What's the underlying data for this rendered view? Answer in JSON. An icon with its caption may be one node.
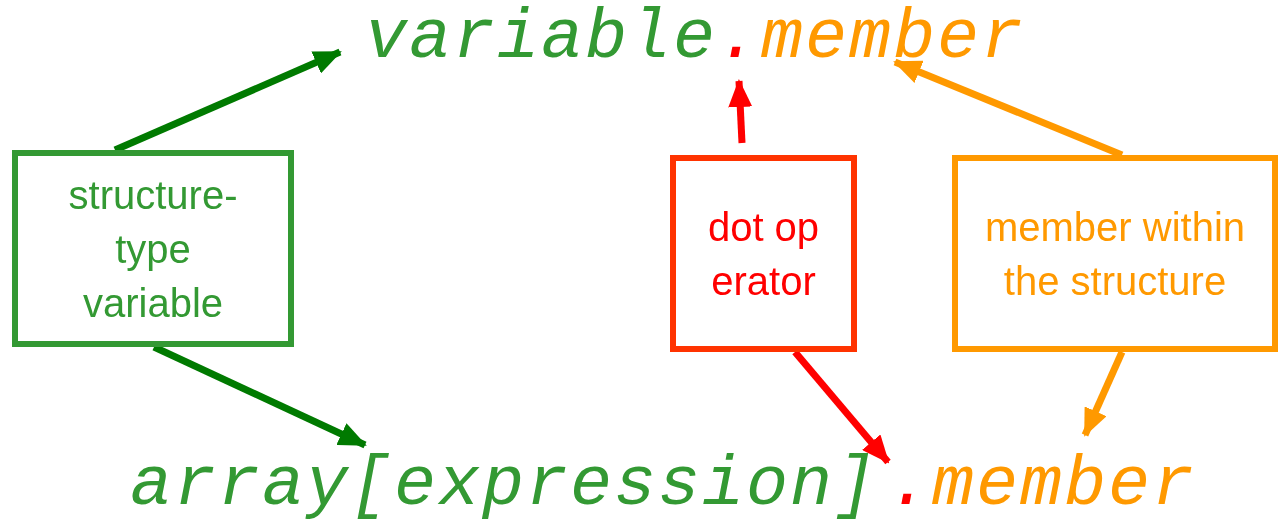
{
  "diagram": {
    "nodes": [
      {
        "text": [
          "variable"
        ]
      },
      {
        "text": [
          "."
        ]
      },
      {
        "text": [
          "member"
        ]
      },
      {
        "text": [
          "structure-type variable"
        ]
      },
      {
        "text": [
          "dot operator"
        ]
      },
      {
        "text": [
          "member within the structure"
        ]
      },
      {
        "text": [
          "array[expression]"
        ]
      },
      {
        "text": [
          "."
        ]
      },
      {
        "text": [
          "member"
        ]
      }
    ],
    "edges": [
      {
        "from": 3,
        "to": 0,
        "arrow": "to",
        "color": "#007a00"
      },
      {
        "from": 3,
        "to": 6,
        "arrow": "to",
        "color": "#007a00"
      },
      {
        "from": 4,
        "to": 1,
        "arrow": "to",
        "color": "#ff0000"
      },
      {
        "from": 4,
        "to": 7,
        "arrow": "to",
        "color": "#ff0000"
      },
      {
        "from": 5,
        "to": 2,
        "arrow": "to",
        "color": "#ff9900"
      },
      {
        "from": 5,
        "to": 8,
        "arrow": "to",
        "color": "#ff9900"
      }
    ]
  }
}
